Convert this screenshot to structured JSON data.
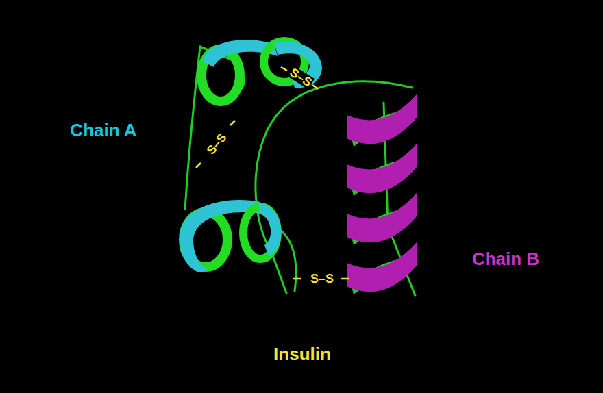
{
  "diagram": {
    "title": "Insulin",
    "labels": [
      "Chain A",
      "Chain B",
      "S–S",
      "S–S",
      "S–S"
    ]
  }
}
